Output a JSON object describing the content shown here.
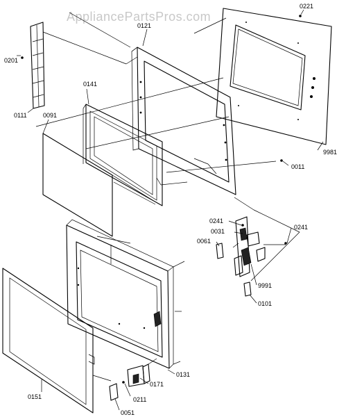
{
  "watermark": "AppliancePartsPros.com",
  "callouts": [
    {
      "id": "0221",
      "text": "0221"
    },
    {
      "id": "0121",
      "text": "0121"
    },
    {
      "id": "0201",
      "text": "0201"
    },
    {
      "id": "0141",
      "text": "0141"
    },
    {
      "id": "0111",
      "text": "0111"
    },
    {
      "id": "0091",
      "text": "0091"
    },
    {
      "id": "9981",
      "text": "9981"
    },
    {
      "id": "0011",
      "text": "0011"
    },
    {
      "id": "0241a",
      "text": "0241"
    },
    {
      "id": "0241b",
      "text": "0241"
    },
    {
      "id": "0031",
      "text": "0031"
    },
    {
      "id": "0061",
      "text": "0061"
    },
    {
      "id": "9991",
      "text": "9991"
    },
    {
      "id": "0101",
      "text": "0101"
    },
    {
      "id": "0131",
      "text": "0131"
    },
    {
      "id": "0171",
      "text": "0171"
    },
    {
      "id": "0151",
      "text": "0151"
    },
    {
      "id": "0211",
      "text": "0211"
    },
    {
      "id": "0051",
      "text": "0051"
    }
  ]
}
